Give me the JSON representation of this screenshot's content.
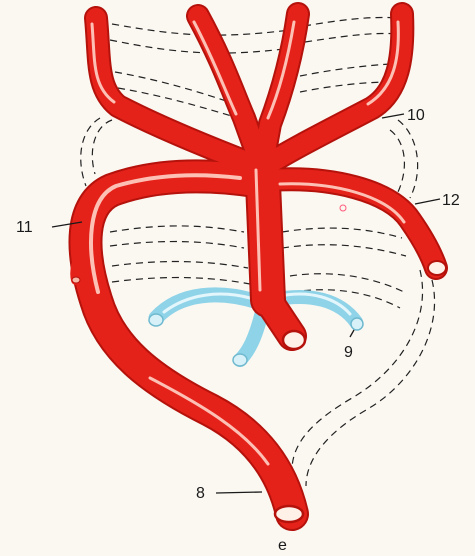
{
  "labels": {
    "l8": "8",
    "l9": "9",
    "l10": "10",
    "l11": "11",
    "l12": "12",
    "le": "e"
  },
  "colors": {
    "artery": "#e4221a",
    "artery_shade": "#b5120c",
    "vein_blue": "#8fd3e8",
    "background": "#fbf8f2"
  }
}
